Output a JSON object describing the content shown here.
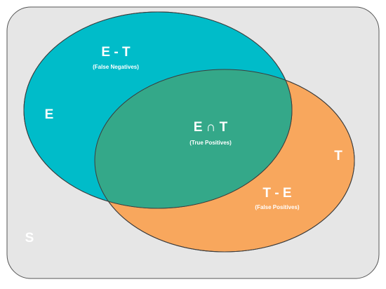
{
  "universe": {
    "label": "S"
  },
  "sets": {
    "e": {
      "label": "E"
    },
    "t": {
      "label": "T"
    }
  },
  "regions": {
    "e_minus_t": {
      "label": "E - T",
      "sub": "(False Negatives)"
    },
    "intersection": {
      "label": "E ∩ T",
      "sub": "(True Positives)"
    },
    "t_minus_e": {
      "label": "T - E",
      "sub": "(False Positives)"
    }
  },
  "colors": {
    "universe_fill": "#e6e6e6",
    "universe_border": "#555555",
    "set_e_fill": "#00bcc9",
    "set_t_fill": "#f8a75d",
    "overlap_fill": "#34a889",
    "outline": "#3c3c3c",
    "text": "#ffffff"
  }
}
